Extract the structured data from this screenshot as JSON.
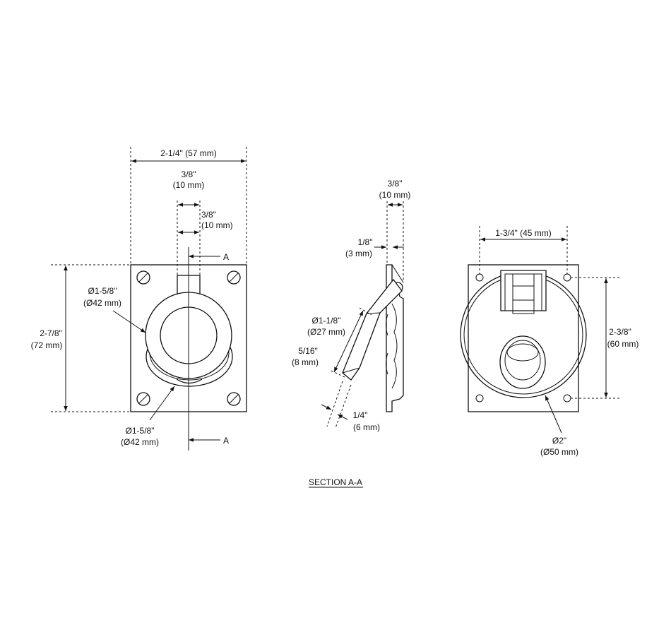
{
  "drawing": {
    "caption": "SECTION A-A",
    "section_marker": "A",
    "front_view": {
      "width_label": "2-1/4\" (57 mm)",
      "slot_width_line1": "3/8\"",
      "slot_width_line2": "(10 mm)",
      "slot_offset_line1": "3/8\"",
      "slot_offset_line2": "(10 mm)",
      "height_line1": "2-7/8\"",
      "height_line2": "(72 mm)",
      "ring_dia_line1": "Ø1-5/8\"",
      "ring_dia_line2": "(Ø42 mm)",
      "cup_dia_line1": "Ø1-5/8\"",
      "cup_dia_line2": "(Ø42 mm)"
    },
    "section_view": {
      "depth_line1": "3/8\"",
      "depth_line2": "(10 mm)",
      "plate_line1": "1/8\"",
      "plate_line2": "(3 mm)",
      "ring_dia_line1": "Ø1-1/8\"",
      "ring_dia_line2": "(Ø27 mm)",
      "ring_thk_line1": "5/16\"",
      "ring_thk_line2": "(8 mm)",
      "wire_line1": "1/4\"",
      "wire_line2": "(6 mm)"
    },
    "rear_view": {
      "hole_spacing_label": "1-3/4\" (45 mm)",
      "hole_height_line1": "2-3/8\"",
      "hole_height_line2": "(60 mm)",
      "dia_line1": "Ø2\"",
      "dia_line2": "(Ø50 mm)"
    }
  }
}
